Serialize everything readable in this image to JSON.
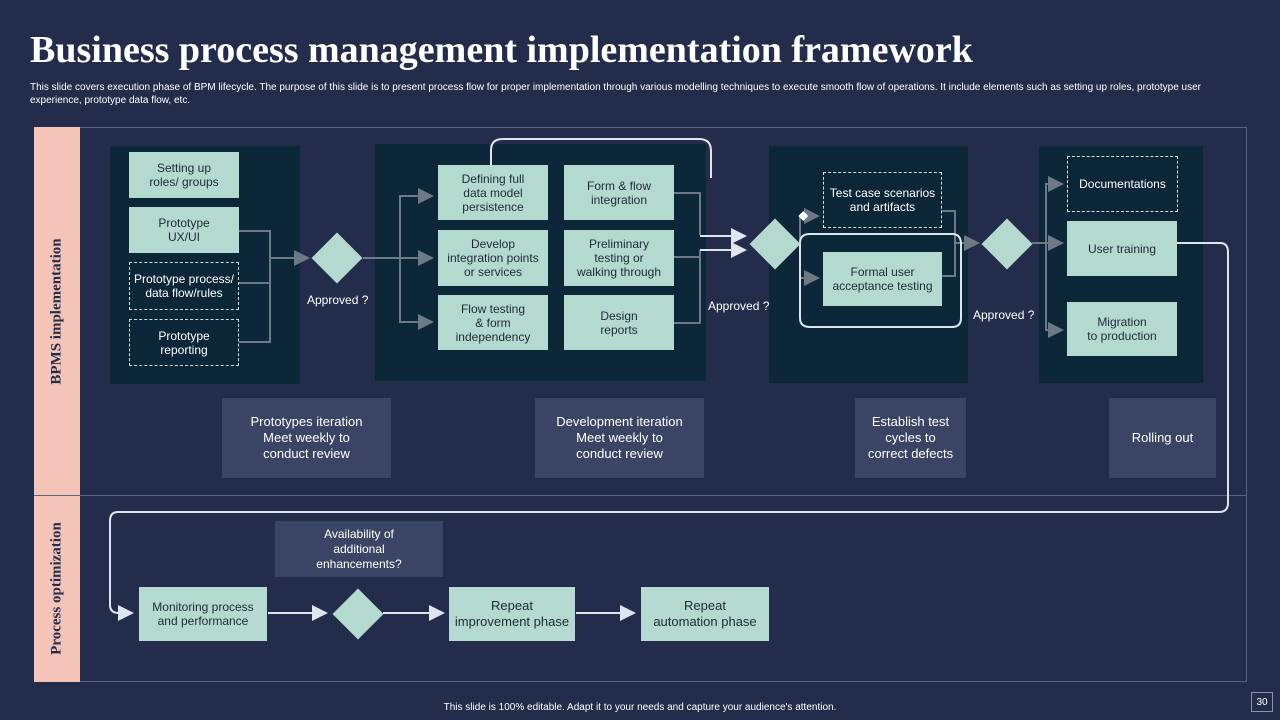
{
  "title": "Business process management implementation framework",
  "subtitle": "This slide covers execution phase of BPM lifecycle. The purpose of this slide is to present process flow for proper implementation through various modelling techniques to execute smooth flow of operations. It include elements such as setting up roles, prototype user experience, prototype data flow, etc.",
  "lanes": {
    "implementation": "BPMS implementation",
    "optimization": "Process optimization"
  },
  "phase1": {
    "boxes": [
      "Setting up\nroles/ groups",
      "Prototype\nUX/UI",
      "Prototype process/\ndata flow/rules",
      "Prototype\nreporting"
    ],
    "decision": "Approved ?",
    "note": "Prototypes iteration\nMeet weekly to\nconduct review"
  },
  "phase2": {
    "boxes": [
      "Defining full\ndata model\npersistence",
      "Form & flow\nintegration",
      "Develop\nintegration points\nor services",
      "Preliminary\ntesting or\nwalking through",
      "Flow testing\n& form\nindependency",
      "Design\nreports"
    ],
    "decision": "Approved ?",
    "note": "Development  iteration\nMeet weekly to\nconduct review"
  },
  "phase3": {
    "boxes": [
      "Test case scenarios\nand artifacts",
      "Formal user\nacceptance testing"
    ],
    "decision": "Approved ?",
    "note": "Establish test\ncycles to\ncorrect defects"
  },
  "phase4": {
    "boxes": [
      "Documentations",
      "User training",
      "Migration\nto production"
    ],
    "note": "Rolling out"
  },
  "optimization": {
    "monitor": "Monitoring process\nand performance",
    "question": "Availability of\nadditional\nenhancements?",
    "repeat_improvement": "Repeat\nimprovement  phase",
    "repeat_automation": "Repeat\nautomation phase"
  },
  "colors": {
    "background": "#232d4b",
    "panel": "#0c2738",
    "box": "#b4d9cf",
    "lane_tab": "#f4c4b8",
    "note": "#3a4565"
  },
  "footer": "This slide is 100% editable.  Adapt it to your needs and capture your audience's attention.",
  "page_number": "30"
}
